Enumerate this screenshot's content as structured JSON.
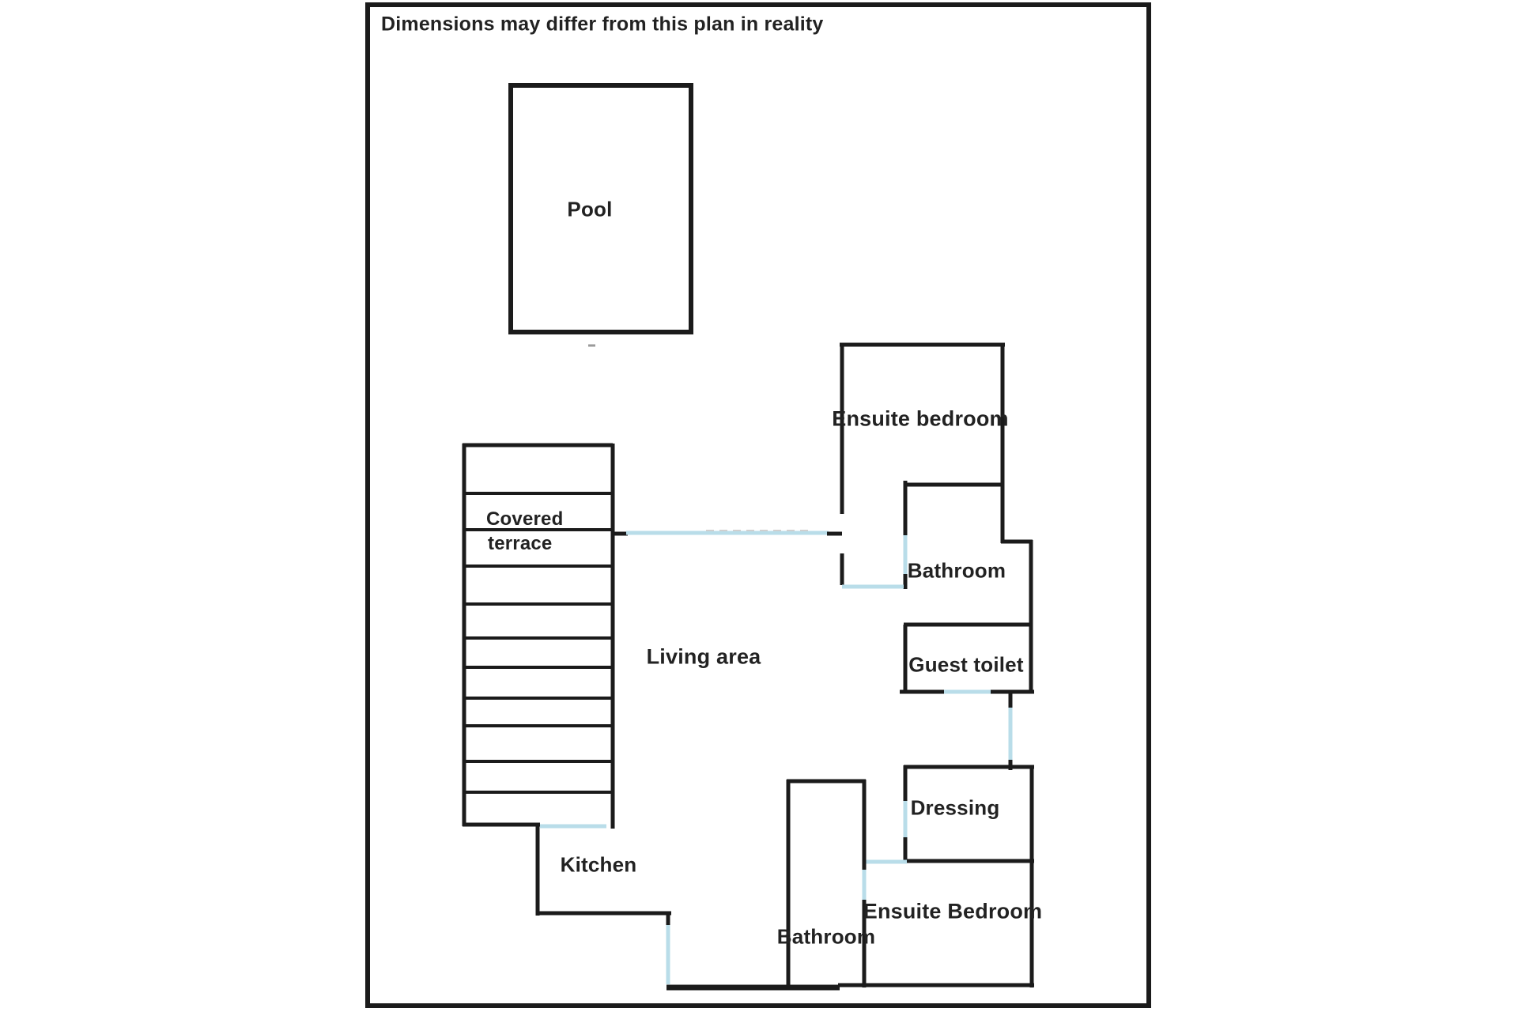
{
  "plan": {
    "disclaimer": "Dimensions may differ from this plan in reality",
    "rooms": {
      "pool": "Pool",
      "ensuite_bedroom_top": "Ensuite bedroom",
      "covered_terrace_line1": "Covered",
      "covered_terrace_line2": "terrace",
      "living_area": "Living area",
      "bathroom_top": "Bathroom",
      "guest_toilet": "Guest toilet",
      "dressing": "Dressing",
      "ensuite_bedroom_bottom": "Ensuite Bedroom",
      "bathroom_bottom": "Bathroom",
      "kitchen": "Kitchen"
    },
    "colors": {
      "wall": "#1b1b1b",
      "door": "#b9dde9",
      "text": "#222222",
      "background": "#ffffff"
    }
  }
}
